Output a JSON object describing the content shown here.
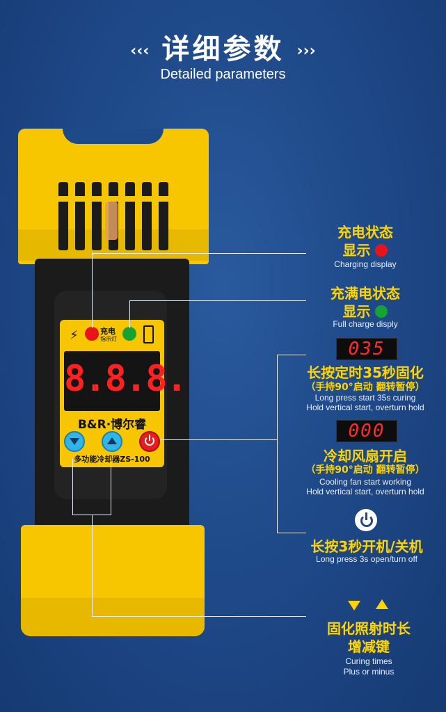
{
  "header": {
    "chevron_left": "‹‹‹",
    "title": "详细参数",
    "chevron_right": "›››",
    "subtitle": "Detailed parameters"
  },
  "device": {
    "led_label_top": "充电",
    "led_label_bottom": "指示灯",
    "display_digits": "8.8.8.",
    "brand": "B&R·博尔睿",
    "model": "多功能冷却器ZS-100",
    "colors": {
      "body": "#f7c600",
      "dark": "#1b1b1b",
      "red_led": "#e8141a",
      "green_led": "#16a334",
      "blue_btn": "#2fb6e8",
      "power_btn": "#e81c1c"
    }
  },
  "callouts": {
    "charging": {
      "cn1": "充电状态",
      "cn2": "显示",
      "en": "Charging display",
      "dot_color": "#e8141a"
    },
    "full": {
      "cn1": "充满电状态",
      "cn2": "显示",
      "en": "Full charge disply",
      "dot_color": "#16a334"
    },
    "timer": {
      "display": "035",
      "cn": "长按定时35秒固化",
      "cn_sub": "（手持90°启动 翻转暂停）",
      "en1": "Long press start 35s curing",
      "en2": "Hold vertical start, overturn hold"
    },
    "fan": {
      "display": "000",
      "cn": "冷却风扇开启",
      "cn_sub": "（手持90°启动 翻转暂停）",
      "en1": "Cooling fan start working",
      "en2": "Hold vertical start, overturn hold"
    },
    "power": {
      "icon": "power-icon",
      "cn": "长按3秒开机/关机",
      "en": "Long press 3s open/turn off"
    },
    "curing": {
      "cn1": "固化照射时长",
      "cn2": "增减键",
      "en1": "Curing times",
      "en2": "Plus or minus",
      "arrow_color": "#ffd400"
    }
  }
}
